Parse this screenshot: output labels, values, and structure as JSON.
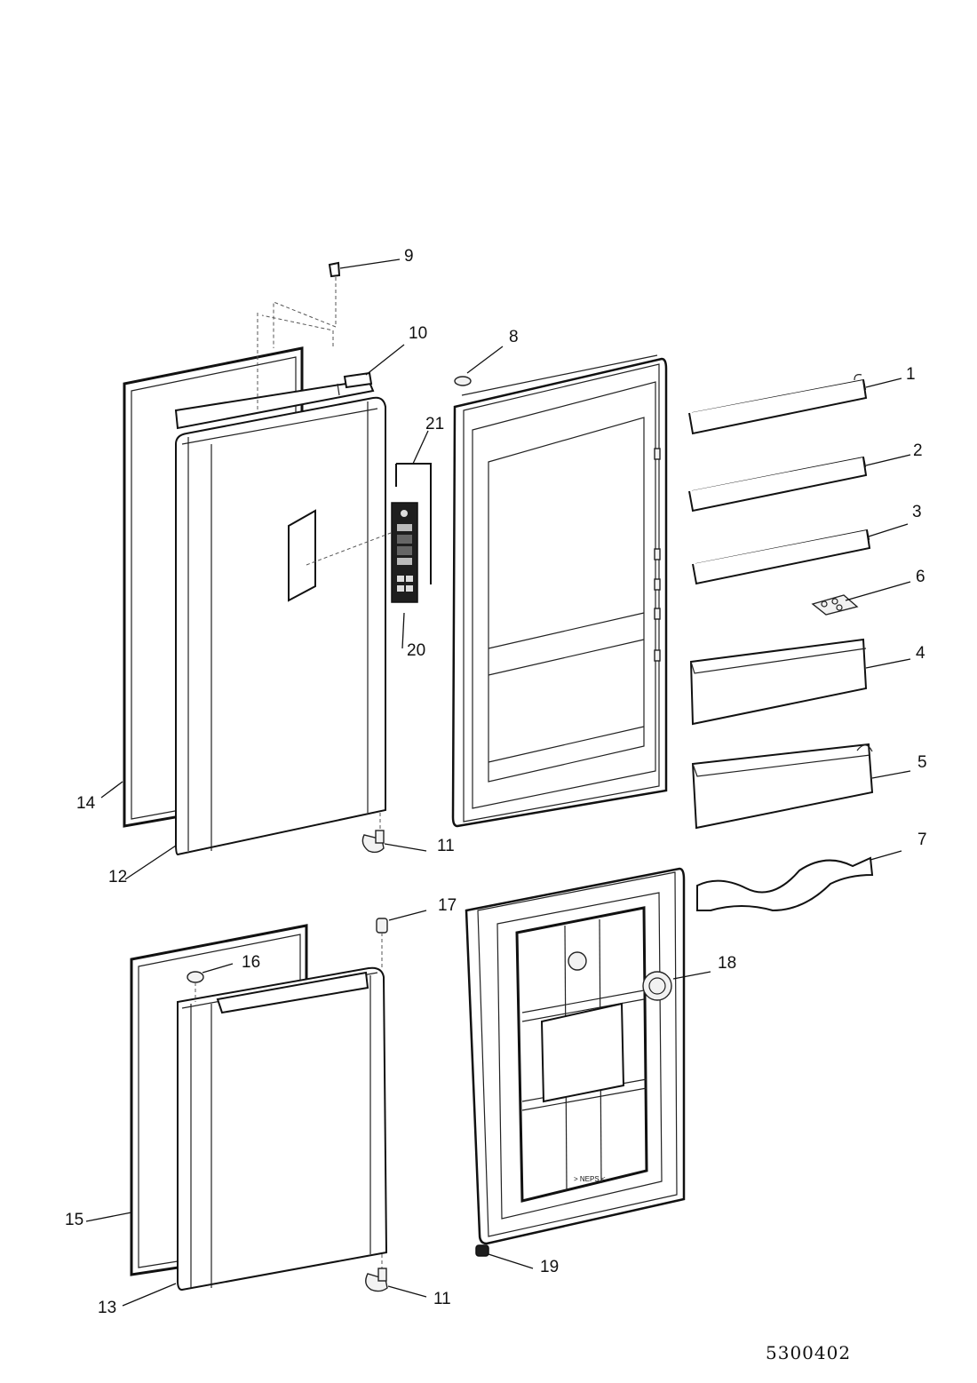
{
  "drawing_code": "5300402",
  "callouts": [
    {
      "id": "1",
      "label": "1"
    },
    {
      "id": "2",
      "label": "2"
    },
    {
      "id": "3",
      "label": "3"
    },
    {
      "id": "4",
      "label": "4"
    },
    {
      "id": "5",
      "label": "5"
    },
    {
      "id": "6",
      "label": "6"
    },
    {
      "id": "7",
      "label": "7"
    },
    {
      "id": "8",
      "label": "8"
    },
    {
      "id": "9",
      "label": "9"
    },
    {
      "id": "10",
      "label": "10"
    },
    {
      "id": "11a",
      "label": "11"
    },
    {
      "id": "11b",
      "label": "11"
    },
    {
      "id": "12",
      "label": "12"
    },
    {
      "id": "13",
      "label": "13"
    },
    {
      "id": "14",
      "label": "14"
    },
    {
      "id": "15",
      "label": "15"
    },
    {
      "id": "16",
      "label": "16"
    },
    {
      "id": "17",
      "label": "17"
    },
    {
      "id": "18",
      "label": "18"
    },
    {
      "id": "19",
      "label": "19"
    },
    {
      "id": "20",
      "label": "20"
    },
    {
      "id": "21",
      "label": "21"
    }
  ]
}
